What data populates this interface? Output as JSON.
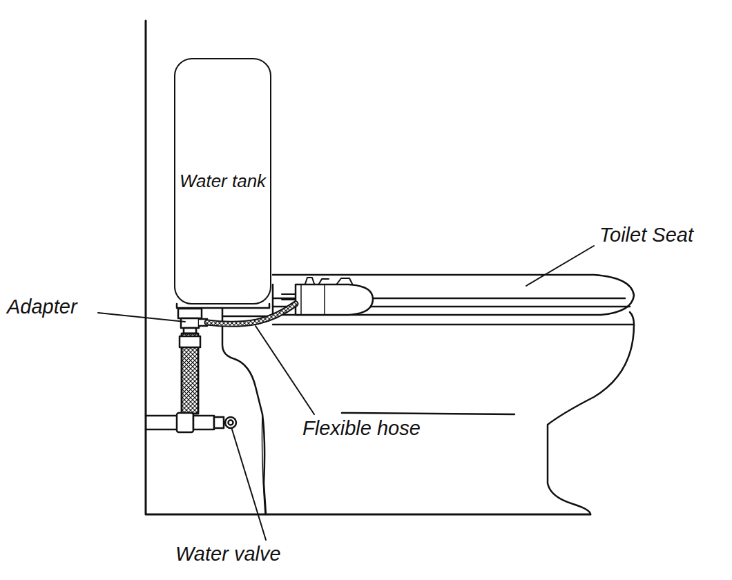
{
  "diagram": {
    "nodes": [
      {
        "text": [
          "Water tank"
        ]
      }
    ],
    "labels": [
      "Adapter",
      "Toilet Seat",
      "Flexible hose",
      "Water valve"
    ]
  }
}
